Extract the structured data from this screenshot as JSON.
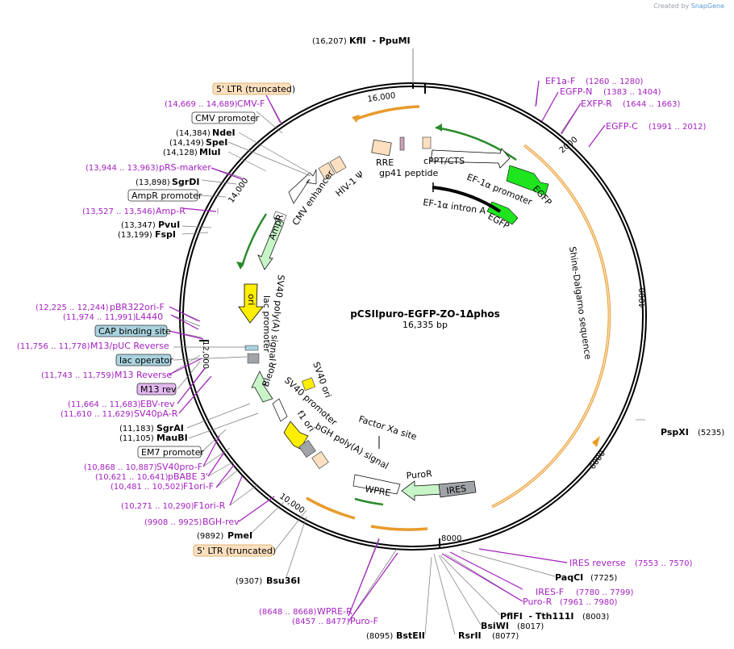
{
  "credit": {
    "prefix": "Created by",
    "brand": "SnapGene"
  },
  "plasmid": {
    "name": "pCSIIpuro-EGFP-ZO-1Δphos",
    "length": "16,335 bp"
  },
  "ticks": [
    "16,000",
    "2000",
    "4000",
    "6000",
    "8000",
    "10,000",
    "12,000",
    "14,000"
  ],
  "enzymes": {
    "kfli": {
      "pos": "(16,207)",
      "name": "KflI  - PpuMI"
    },
    "ndei": {
      "pos": "(14,384)",
      "name": "NdeI"
    },
    "spei": {
      "pos": "(14,149)",
      "name": "SpeI"
    },
    "mlui": {
      "pos": "(14,128)",
      "name": "MluI"
    },
    "sgrdi": {
      "pos": "(13,898)",
      "name": "SgrDI"
    },
    "pvui": {
      "pos": "(13,347)",
      "name": "PvuI"
    },
    "fspi": {
      "pos": "(13,199)",
      "name": "FspI"
    },
    "sgrai": {
      "pos": "(11,183)",
      "name": "SgrAI"
    },
    "maubi": {
      "pos": "(11,105)",
      "name": "MauBI"
    },
    "pmei": {
      "pos": "(9892)",
      "name": "PmeI"
    },
    "bsu36i": {
      "pos": "(9307)",
      "name": "Bsu36I"
    },
    "bsteii": {
      "pos": "(8095)",
      "name": "BstEII"
    },
    "rsrii": {
      "name": "RsrII",
      "pos": "(8077)"
    },
    "bsiwi": {
      "name": "BsiWI",
      "pos": "(8017)"
    },
    "pflfi": {
      "name": "PflFI  - Tth111I",
      "pos": "(8003)"
    },
    "paqci": {
      "name": "PaqCI",
      "pos": "(7725)"
    },
    "pspxi": {
      "name": "PspXI",
      "pos": "(5235)"
    }
  },
  "primers": {
    "cmvf": {
      "pos": "(14,669 .. 14,689)",
      "name": "CMV-F"
    },
    "prs": {
      "pos": "(13,944 .. 13,963)",
      "name": "pRS-marker"
    },
    "ampr": {
      "pos": "(13,527 .. 13,546)",
      "name": "Amp-R"
    },
    "pbr": {
      "pos": "(12,225 .. 12,244)",
      "name": "pBR322ori-F"
    },
    "l4440": {
      "pos": "(11,974 .. 11,991)",
      "name": "L4440"
    },
    "m13puc": {
      "pos": "(11,756 .. 11,778)",
      "name": "M13/pUC Reverse"
    },
    "m13rev": {
      "pos": "(11,743 .. 11,759)",
      "name": "M13 Reverse"
    },
    "ebv": {
      "pos": "(11,664 .. 11,683)",
      "name": "EBV-rev"
    },
    "sv40pa": {
      "pos": "(11,610 .. 11,629)",
      "name": "SV40pA-R"
    },
    "sv40pro": {
      "pos": "(10,868 .. 10,887)",
      "name": "SV40pro-F"
    },
    "pbabe": {
      "pos": "(10,621 .. 10,641)",
      "name": "pBABE 3'"
    },
    "f1orif": {
      "pos": "(10,481 .. 10,502)",
      "name": "F1ori-F"
    },
    "f1orir": {
      "pos": "(10,271 .. 10,290)",
      "name": "F1ori-R"
    },
    "bgh": {
      "pos": "(9908 .. 9925)",
      "name": "BGH-rev"
    },
    "wprer": {
      "pos": "(8648 .. 8668)",
      "name": "WPRE-R"
    },
    "purof": {
      "pos": "(8457 .. 8477)",
      "name": "Puro-F"
    },
    "ef1af": {
      "name": "EF1a-F",
      "pos": "(1260 .. 1280)"
    },
    "egfpn": {
      "name": "EGFP-N",
      "pos": "(1383 .. 1404)"
    },
    "exfpr": {
      "name": "EXFP-R",
      "pos": "(1644 .. 1663)"
    },
    "egfpc": {
      "name": "EGFP-C",
      "pos": "(1991 .. 2012)"
    },
    "iresrev": {
      "name": "IRES reverse",
      "pos": "(7553 .. 7570)"
    },
    "iresf": {
      "name": "IRES-F",
      "pos": "(7780 .. 7799)"
    },
    "puror": {
      "name": "Puro-R",
      "pos": "(7961 .. 7980)"
    }
  },
  "boxes": {
    "ltr_top": "5' LTR (truncated)",
    "cmv_prom": "CMV promoter",
    "ampr_prom": "AmpR promoter",
    "cap": "CAP binding site",
    "lacop": "lac operator",
    "m13rev": "M13 rev",
    "em7": "EM7 promoter",
    "ltr_bot": "5' LTR (truncated)"
  },
  "features": {
    "cmv_enh": "CMV enhancer",
    "hiv": "HIV-1 Ψ",
    "rre": "RRE",
    "gp41": "gp41 peptide",
    "cppt": "cPPT/CTS",
    "ef1a_prom": "EF-1α promoter",
    "egfp1": "EGFP",
    "ef1a_intron": "EF-1α intron A",
    "egfp2": "EGFP",
    "shine": "Shine-Dalgarno sequence",
    "ampr": "AmpR",
    "ori": "ori",
    "sv40pa": "SV40 poly(A) signal",
    "lacprom": "lac promoter",
    "sv40ori": "SV40 ori",
    "bleor": "BleoR",
    "sv40prom": "SV40 promoter",
    "f1ori": "f1 ori",
    "bgh_pa": "bGH poly(A) signal",
    "factorxa": "Factor Xa site",
    "puror": "PuroR",
    "wpre": "WPRE",
    "ires": "IRES"
  },
  "colors": {
    "primer": "#a31fbf",
    "ltr_fill": "#fde0c0",
    "ltr_stroke": "#d4a050",
    "egfp": "#1fe51f",
    "ori": "#ffee00",
    "resistance": "#c8f5c8",
    "ires": "#a0a4a8",
    "cap_box": "#a9d3df",
    "m13_box": "#e3b9f0",
    "orange_arc": "#f0a830"
  }
}
